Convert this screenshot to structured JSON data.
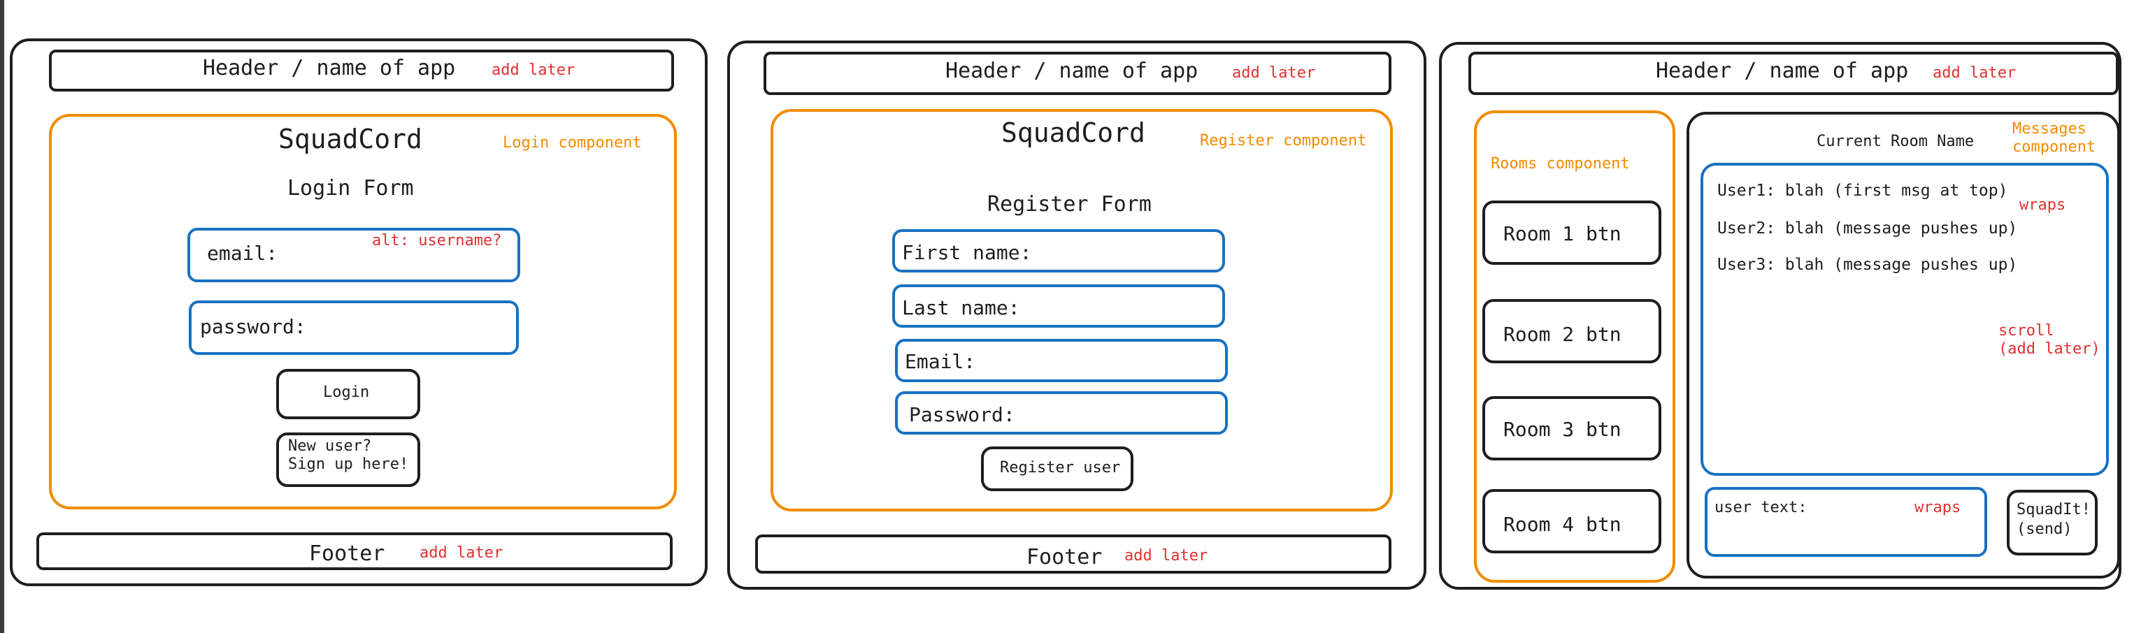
{
  "panels": {
    "login": {
      "header": "Header / name of app",
      "header_note": "add later",
      "app_title": "SquadCord",
      "component_label": "Login component",
      "form_title": "Login Form",
      "email_label": "email:",
      "email_note": "alt: username?",
      "password_label": "password:",
      "login_button": "Login",
      "signup_line1": "New user?",
      "signup_line2": "Sign up here!",
      "footer": "Footer",
      "footer_note": "add later"
    },
    "register": {
      "header": "Header / name of app",
      "header_note": "add later",
      "app_title": "SquadCord",
      "component_label": "Register component",
      "form_title": "Register Form",
      "first_name_label": "First name:",
      "last_name_label": "Last name:",
      "email_label": "Email:",
      "password_label": "Password:",
      "register_button": "Register user",
      "footer": "Footer",
      "footer_note": "add later"
    },
    "chat": {
      "header": "Header / name of app",
      "header_note": "add later",
      "rooms_label": "Rooms component",
      "rooms": [
        "Room 1 btn",
        "Room 2 btn",
        "Room 3 btn",
        "Room 4 btn"
      ],
      "room_name": "Current Room Name",
      "messages_label_line1": "Messages",
      "messages_label_line2": "component",
      "messages": [
        "User1: blah (first msg at top)",
        "User2: blah (message pushes up)",
        "User3: blah (message pushes up)"
      ],
      "wraps_note": "wraps",
      "scroll_note_line1": "scroll",
      "scroll_note_line2": "(add later)",
      "input_label": "user text:",
      "input_wraps_note": "wraps",
      "send_line1": "SquadIt!",
      "send_line2": "(send)"
    }
  },
  "colors": {
    "outline": "#1e1e1e",
    "component": "#f08c00",
    "field": "#1971c2",
    "note": "#e03131"
  }
}
